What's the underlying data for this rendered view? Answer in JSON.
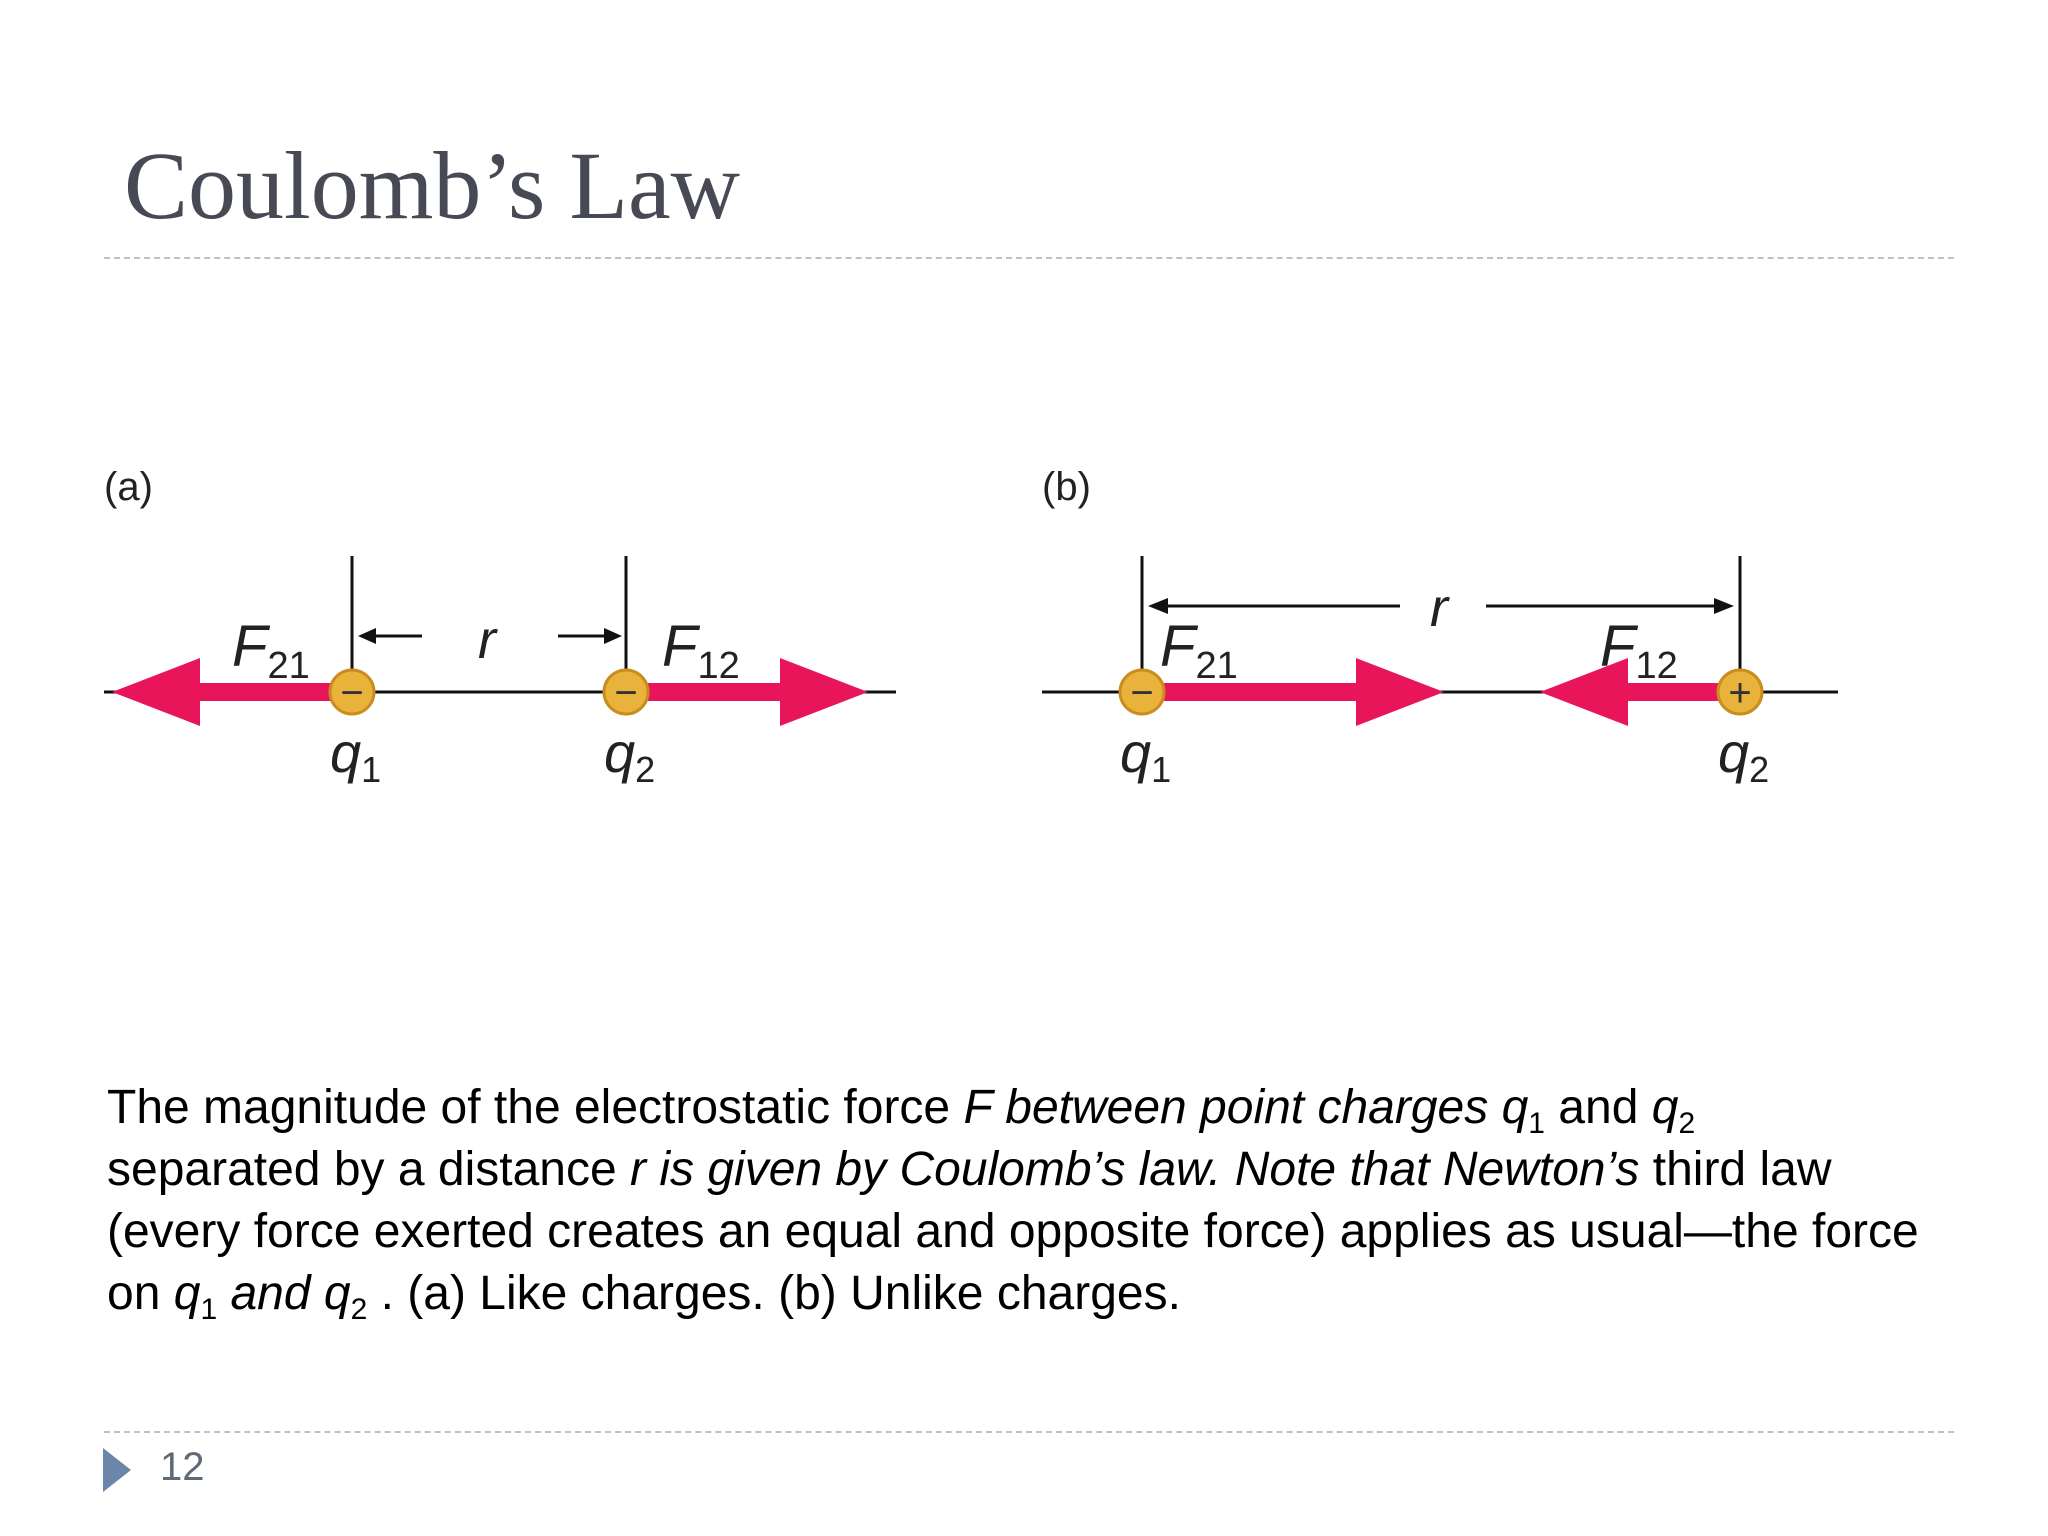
{
  "slide": {
    "title": "Coulomb’s Law",
    "page_number": "12"
  },
  "figure": {
    "panel_a": {
      "label": "(a)",
      "force_left_label": "F",
      "force_left_sub": "21",
      "force_right_label": "F",
      "force_right_sub": "12",
      "distance_label": "r",
      "charge1_name": "q",
      "charge1_sub": "1",
      "charge1_sign": "−",
      "charge2_name": "q",
      "charge2_sub": "2",
      "charge2_sign": "−"
    },
    "panel_b": {
      "label": "(b)",
      "force_left_label": "F",
      "force_left_sub": "21",
      "force_right_label": "F",
      "force_right_sub": "12",
      "distance_label": "r",
      "charge1_name": "q",
      "charge1_sub": "1",
      "charge1_sign": "−",
      "charge2_name": "q",
      "charge2_sub": "2",
      "charge2_sign": "+"
    },
    "colors": {
      "force_arrow": "#e8155a",
      "charge_fill": "#e9b23a",
      "line": "#111111"
    }
  },
  "caption": {
    "t1": "The magnitude of the electrostatic force ",
    "t2": "F between point charges q",
    "t3": "1",
    "t4": " and ",
    "t5": "q",
    "t6": "2",
    "t7": "separated by a distance ",
    "t8": "r is given by Coulomb’s law. Note that Newton’s",
    "t9": " third law (every force exerted creates an equal and opposite force) applies as usual—the force on ",
    "t10": "q",
    "t11": "1",
    "t12": " and q",
    "t13": "2",
    "t14": " . (a) Like charges. (b) Unlike charges."
  }
}
